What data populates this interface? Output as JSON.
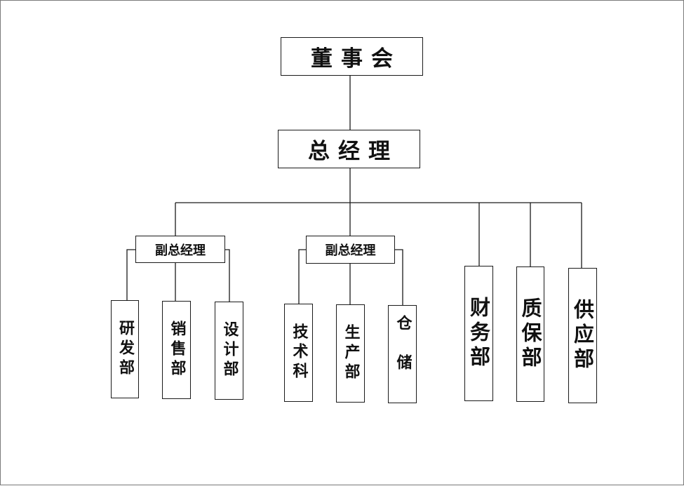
{
  "colors": {
    "line": "#1a1a1a",
    "text": "#111111",
    "background": "#ffffff"
  },
  "board": "董事会",
  "ceo": "总经理",
  "vp_left": "副总经理",
  "vp_right": "副总经理",
  "departments": {
    "rd": "研发部",
    "sales": "销售部",
    "design": "设计部",
    "tech": "技术科",
    "production": "生产部",
    "storage": "仓储",
    "finance": "财务部",
    "qa": "质保部",
    "supply": "供应部"
  }
}
